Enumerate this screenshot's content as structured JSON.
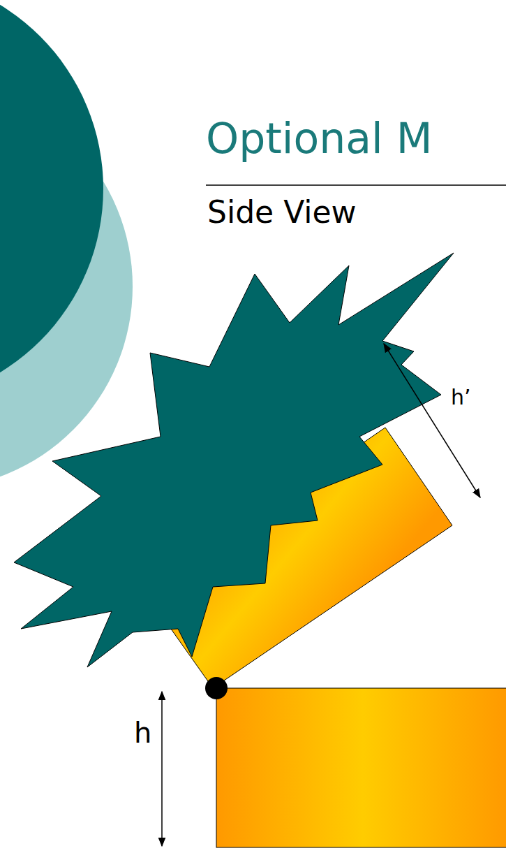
{
  "diagram": {
    "title": "Optional M",
    "labels": [
      "Side View",
      "h’",
      "h"
    ]
  }
}
